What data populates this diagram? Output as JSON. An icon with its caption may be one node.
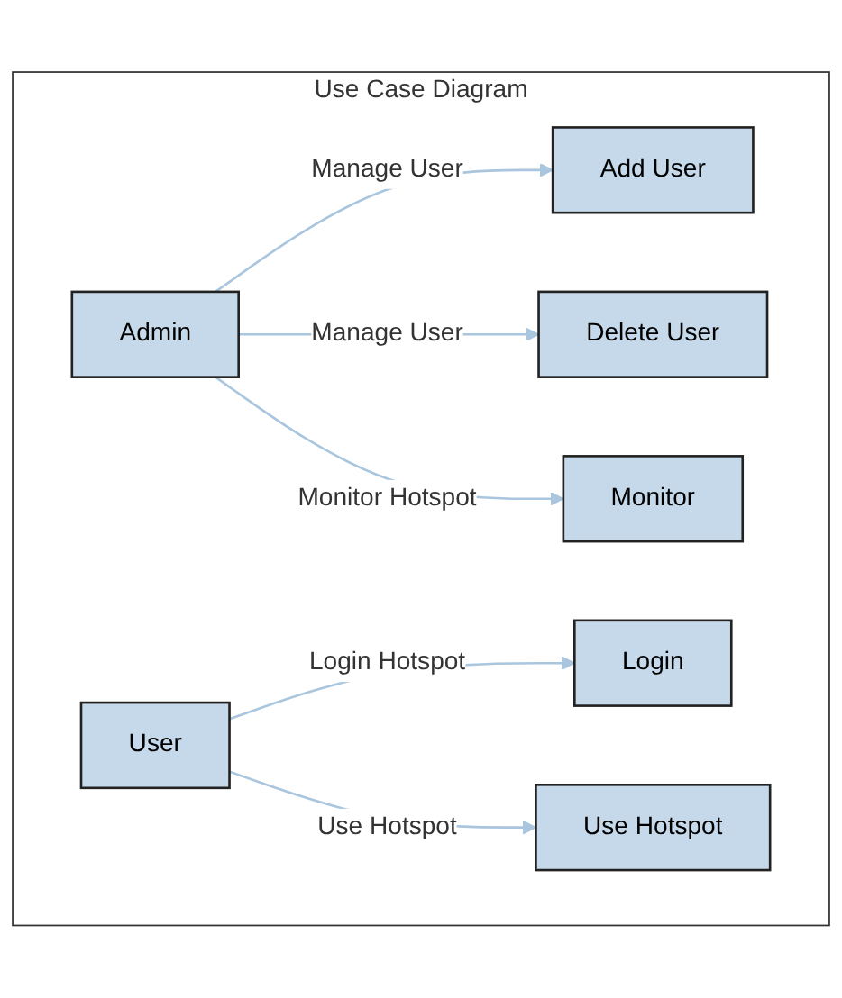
{
  "diagram": {
    "nodes": [
      {
        "text": [
          "Use Case Diagram"
        ]
      },
      {
        "text": [
          "Admin"
        ],
        "in": 0
      },
      {
        "text": [
          "Add User"
        ],
        "in": 0
      },
      {
        "text": [
          "Delete User"
        ],
        "in": 0
      },
      {
        "text": [
          "Monitor"
        ],
        "in": 0
      },
      {
        "text": [
          "User"
        ],
        "in": 0
      },
      {
        "text": [
          "Login"
        ],
        "in": 0
      },
      {
        "text": [
          "Use Hotspot"
        ],
        "in": 0
      }
    ],
    "edges": [
      {
        "from": 1,
        "to": 2,
        "arrow": "to",
        "label": "Manage User"
      },
      {
        "from": 1,
        "to": 3,
        "arrow": "to",
        "label": "Manage User"
      },
      {
        "from": 1,
        "to": 4,
        "arrow": "to",
        "label": "Monitor Hotspot"
      },
      {
        "from": 5,
        "to": 6,
        "arrow": "to",
        "label": "Login Hotspot"
      },
      {
        "from": 5,
        "to": 7,
        "arrow": "to",
        "label": "Use Hotspot"
      }
    ]
  }
}
